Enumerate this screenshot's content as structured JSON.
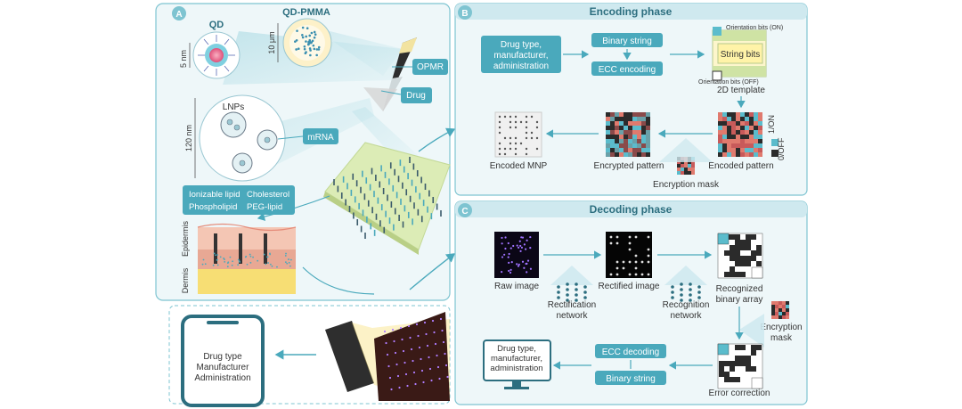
{
  "panels": {
    "a": {
      "letter": "A",
      "qd": "QD",
      "qd_pmma": "QD-PMMA",
      "dim_5nm": "5 nm",
      "dim_10um": "10 μm",
      "dim_120nm": "120 nm",
      "lnps": "LNPs",
      "opmr": "OPMR",
      "drug": "Drug",
      "mrna": "mRNA",
      "lipid_1": "Ionizable lipid",
      "lipid_2": "Cholesterol",
      "lipid_3": "Phospholipid",
      "lipid_4": "PEG-lipid",
      "skin_dermis": "Dermis",
      "skin_epidermis": "Epidermis",
      "phone_line1": "Drug type",
      "phone_line2": "Manufacturer",
      "phone_line3": "Administration"
    },
    "b": {
      "letter": "B",
      "title": "Encoding phase",
      "drug_info_1": "Drug type,",
      "drug_info_2": "manufacturer,",
      "drug_info_3": "administration",
      "binary_string": "Binary string",
      "ecc_encoding": "ECC encoding",
      "orient_on": "Orientation bits (ON)",
      "string_bits": "String bits",
      "orient_off": "Orientation bits (OFF)",
      "template": "2D template",
      "encoded_mnp": "Encoded MNP",
      "encrypted_pattern": "Encrypted pattern",
      "encoded_pattern": "Encoded pattern",
      "encryption_mask": "Encryption mask",
      "legend_on": "1/ON",
      "legend_off": "0/OFF"
    },
    "c": {
      "letter": "C",
      "title": "Decoding phase",
      "raw_image": "Raw image",
      "rectified_image": "Rectified image",
      "rect_net_1": "Rectification",
      "rect_net_2": "network",
      "recog_net_1": "Recognition",
      "recog_net_2": "network",
      "recognized_1": "Recognized",
      "recognized_2": "binary array",
      "enc_mask_1": "Encryption",
      "enc_mask_2": "mask",
      "drug_info_1": "Drug type,",
      "drug_info_2": "manufacturer,",
      "drug_info_3": "administration",
      "ecc_decoding": "ECC decoding",
      "binary_string": "Binary string",
      "error_correction": "Error correction"
    }
  },
  "colors": {
    "teal": "#4aa9bc",
    "panel_border": "#7ec4d1",
    "panel_fill": "#eef7f9",
    "header_fill": "#cfe9ef",
    "on_cell": "#5bbccc",
    "off_cell": "#2b2b2b",
    "patch_green": "#dcecb6",
    "skin": "#f4c6b4",
    "fat": "#f7de74"
  }
}
